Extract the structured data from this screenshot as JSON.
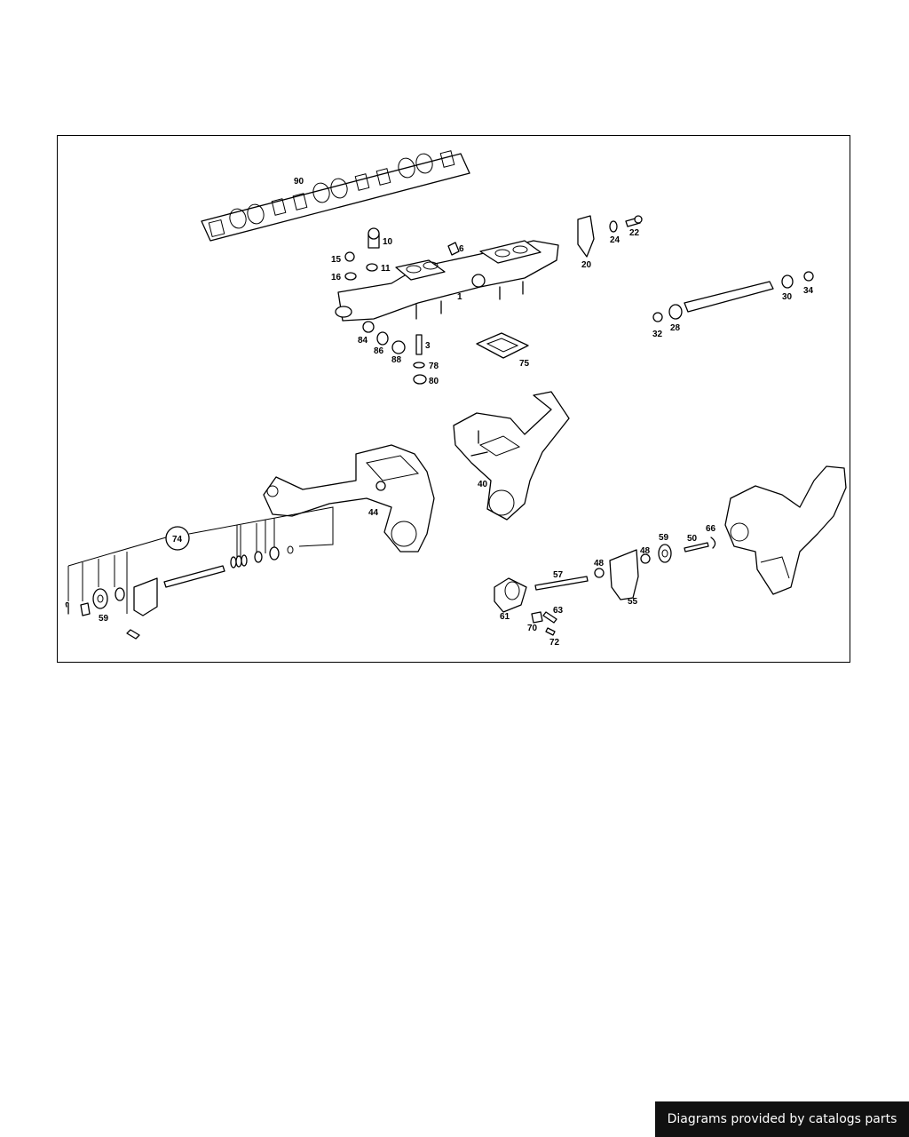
{
  "diagram": {
    "callouts": {
      "c90": "90",
      "c10": "10",
      "c15": "15",
      "c11": "11",
      "c16": "16",
      "c6": "6",
      "c1": "1",
      "c84": "84",
      "c86": "86",
      "c88": "88",
      "c3": "3",
      "c78": "78",
      "c80": "80",
      "c75": "75",
      "c20": "20",
      "c24": "24",
      "c22": "22",
      "c30": "30",
      "c34": "34",
      "c32": "32",
      "c28": "28",
      "c40": "40",
      "c44": "44",
      "c74": "74",
      "c59a": "59",
      "c57": "57",
      "c48a": "48",
      "c48b": "48",
      "c59b": "59",
      "c50": "50",
      "c66": "66",
      "c55": "55",
      "c61": "61",
      "c63": "63",
      "c70": "70",
      "c72": "72"
    }
  },
  "footer": {
    "text": "Diagrams provided by catalogs parts"
  }
}
